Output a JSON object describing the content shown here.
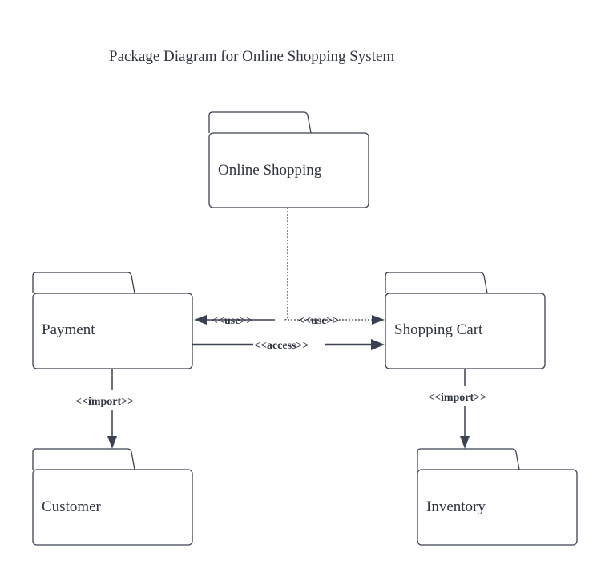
{
  "title": "Package Diagram for Online Shopping System",
  "packages": {
    "online_shopping": "Online Shopping",
    "payment": "Payment",
    "shopping_cart": "Shopping Cart",
    "customer": "Customer",
    "inventory": "Inventory"
  },
  "relationships": {
    "use_to_payment": "<<use>>",
    "use_to_cart": "<<use>>",
    "access": "<<access>>",
    "import_customer": "<<import>>",
    "import_inventory": "<<import>>"
  },
  "colors": {
    "stroke": "#3a4150",
    "text": "#2f3440",
    "background": "#ffffff"
  }
}
